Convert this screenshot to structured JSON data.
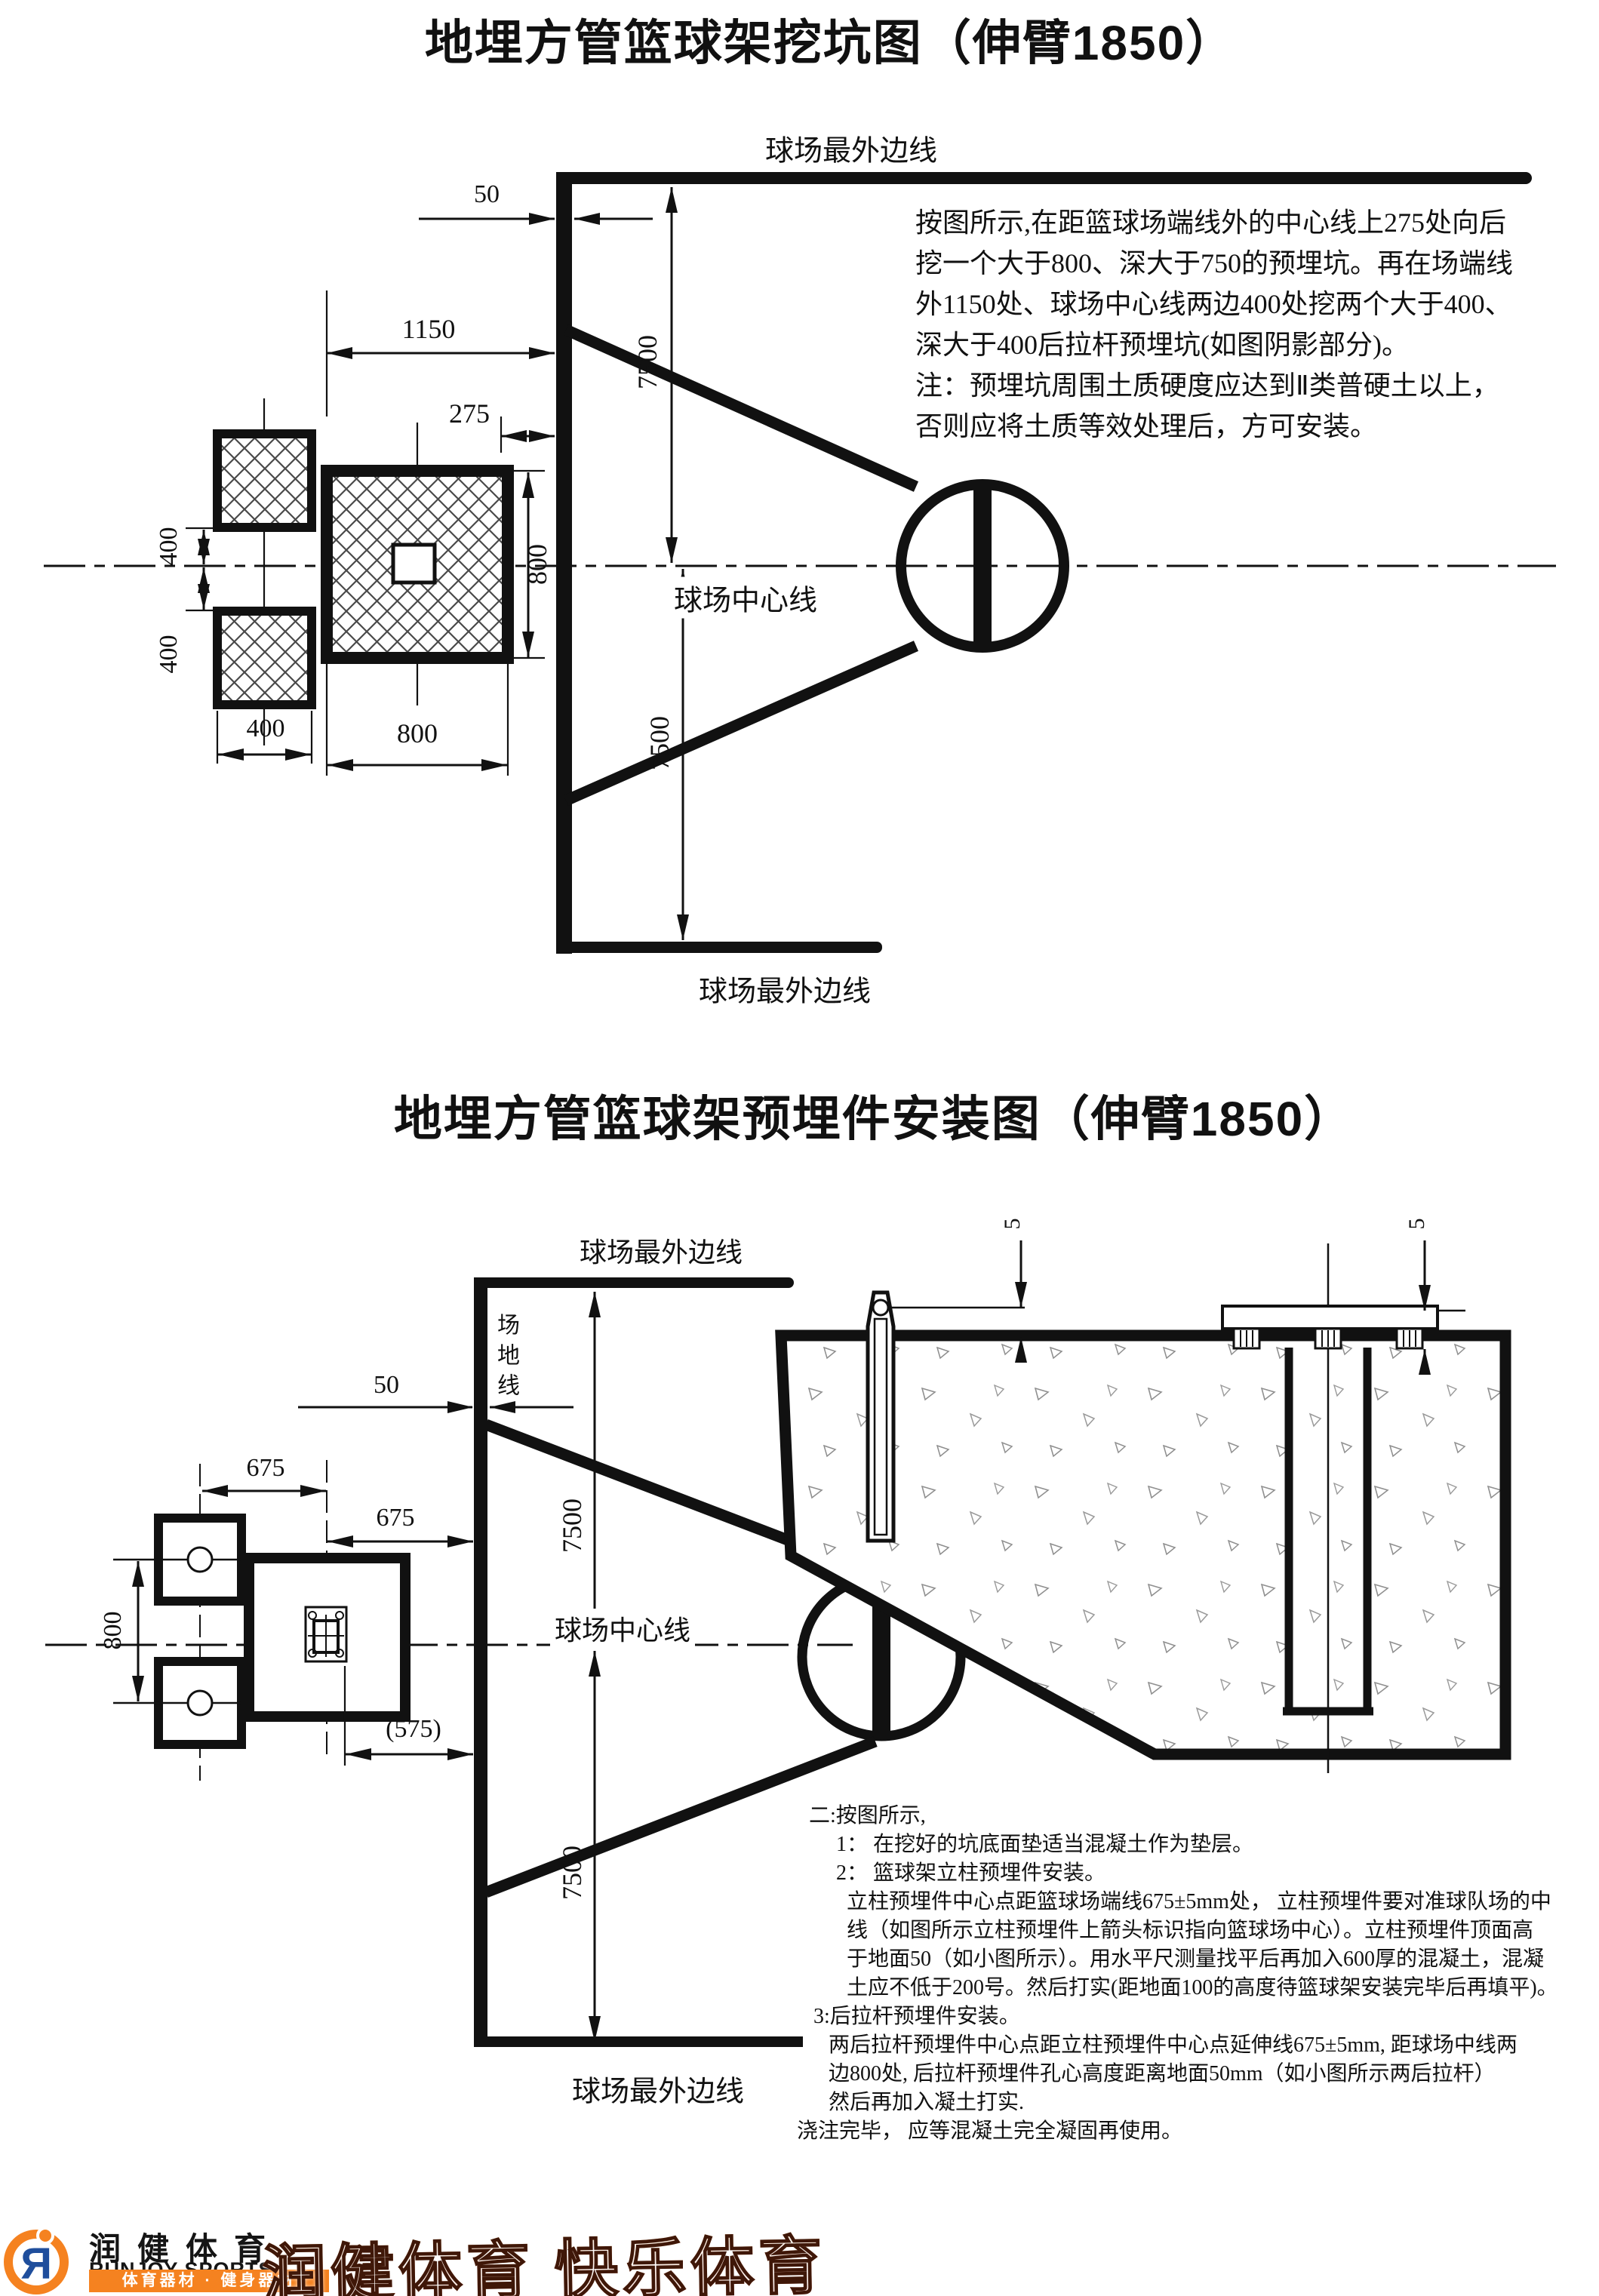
{
  "title1": "地埋方管篮球架挖坑图（伸臂1850）",
  "title2": "地埋方管篮球架预埋件安装图（伸臂1850）",
  "para1": {
    "lines": [
      "按图所示,在距篮球场端线外的中心线上275处向后",
      "挖一个大于800、深大于750的预埋坑。再在场端线",
      "外1150处、球场中心线两边400处挖两个大于400、",
      "深大于400后拉杆预埋坑(如图阴影部分)。",
      "注：预埋坑周围土质硬度应达到Ⅱ类普硬土以上，",
      "否则应将土质等效处理后，方可安装。"
    ]
  },
  "notes": {
    "lines": [
      "二:按图所示,",
      "1： 在挖好的坑底面垫适当混凝土作为垫层。",
      "2： 篮球架立柱预埋件安装。",
      "立柱预埋件中心点距篮球场端线675±5mm处， 立柱预埋件要对准球队场的中",
      "线（如图所示立柱预埋件上箭头标识指向篮球场中心）。立柱预埋件顶面高",
      "于地面50（如小图所示）。用水平尺测量找平后再加入600厚的混凝土，混凝",
      "土应不低于200号。然后打实(距地面100的高度待篮球架安装完毕后再填平)。",
      "3:后拉杆预埋件安装。",
      "两后拉杆预埋件中心点距立柱预埋件中心点延伸线675±5mm, 距球场中线两",
      "边800处, 后拉杆预埋件孔心高度距离地面50mm（如小图所示两后拉杆）",
      "然后再加入凝土打实.",
      "浇注完毕， 应等混凝土完全凝固再使用。"
    ]
  },
  "d1": {
    "outer_top": "球场最外边线",
    "outer_bottom": "球场最外边线",
    "center_line": "球场中心线",
    "dim_50": "50",
    "dim_1150": "1150",
    "dim_275": "275",
    "dim_400_left_upper": "400",
    "dim_400_left_lower": "400",
    "dim_400_bottom": "400",
    "dim_800_bottom": "800",
    "dim_800_right": "800",
    "dim_7500_upper": "7500",
    "dim_7500_lower": "7500"
  },
  "d2": {
    "outer_top": "球场最外边线",
    "outer_bottom": "球场最外边线",
    "center_line": "球场中心线",
    "field_line": "场地线",
    "dim_50": "50",
    "dim_675_a": "675",
    "dim_675_b": "675",
    "dim_800": "800",
    "dim_575": "(575)",
    "dim_7500_upper": "7500",
    "dim_7500_lower": "7500",
    "dim_5_left": "5",
    "dim_5_right": "5"
  },
  "logo": {
    "cn_name": "润健体育",
    "en_name": "RUNJOY SPORTS",
    "tagline": "体育器材 · 健身器材",
    "mark_letter": "R",
    "slogan": "润健体育 快乐体育",
    "orange": "#f58220",
    "blue": "#1f4e9c"
  }
}
